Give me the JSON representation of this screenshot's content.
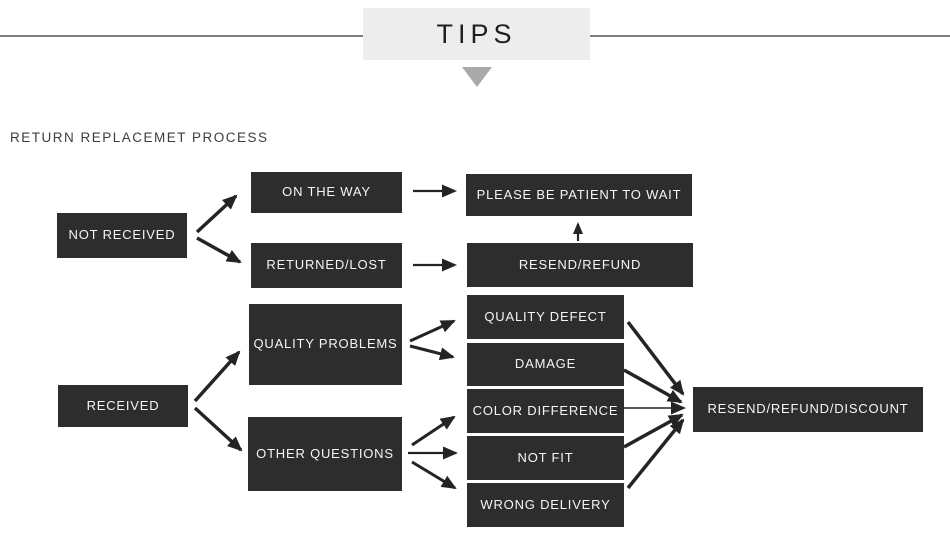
{
  "header": {
    "title": "TIPS"
  },
  "section": {
    "title": "RETURN REPLACEMET PROCESS"
  },
  "flowchart": {
    "nodes": {
      "not_received": "NOT RECEIVED",
      "on_the_way": "ON THE WAY",
      "returned_lost": "RETURNED/LOST",
      "please_wait": "PLEASE BE PATIENT TO WAIT",
      "resend_refund": "RESEND/REFUND",
      "received": "RECEIVED",
      "quality_problems": "QUALITY PROBLEMS",
      "other_questions": "OTHER QUESTIONS",
      "quality_defect": "QUALITY DEFECT",
      "damage": "DAMAGE",
      "color_difference": "COLOR DIFFERENCE",
      "not_fit": "NOT FIT",
      "wrong_delivery": "WRONG DELIVERY",
      "resend_refund_discount": "RESEND/REFUND/DISCOUNT"
    },
    "edges": [
      {
        "from": "not_received",
        "to": "on_the_way"
      },
      {
        "from": "not_received",
        "to": "returned_lost"
      },
      {
        "from": "on_the_way",
        "to": "please_wait"
      },
      {
        "from": "returned_lost",
        "to": "resend_refund"
      },
      {
        "from": "resend_refund",
        "to": "please_wait"
      },
      {
        "from": "received",
        "to": "quality_problems"
      },
      {
        "from": "received",
        "to": "other_questions"
      },
      {
        "from": "quality_problems",
        "to": "quality_defect"
      },
      {
        "from": "quality_problems",
        "to": "damage"
      },
      {
        "from": "other_questions",
        "to": "color_difference"
      },
      {
        "from": "other_questions",
        "to": "not_fit"
      },
      {
        "from": "other_questions",
        "to": "wrong_delivery"
      },
      {
        "from": "quality_defect",
        "to": "resend_refund_discount"
      },
      {
        "from": "damage",
        "to": "resend_refund_discount"
      },
      {
        "from": "color_difference",
        "to": "resend_refund_discount"
      },
      {
        "from": "not_fit",
        "to": "resend_refund_discount"
      },
      {
        "from": "wrong_delivery",
        "to": "resend_refund_discount"
      }
    ]
  },
  "colors": {
    "node_bg": "#2d2d2d",
    "node_text": "#f5f5f5",
    "arrow": "#242424",
    "header_bg": "#ededed",
    "header_text": "#1f1f1f",
    "divider_line": "#7e7e7e",
    "triangle": "#a9a9a9",
    "title_text": "#3d3d3d"
  }
}
